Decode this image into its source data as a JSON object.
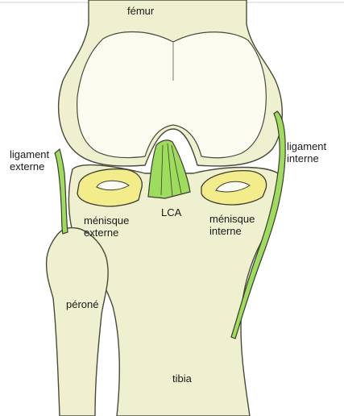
{
  "labels": {
    "femur": "fémur",
    "ligament_externe": "ligament externe",
    "ligament_interne": "ligament interne",
    "lca": "LCA",
    "menisque_externe": "ménisque externe",
    "menisque_interne": "ménisque interne",
    "perone": "péroné",
    "tibia": "tibia"
  },
  "colors": {
    "bone_fill": "#eef0d0",
    "bone_outline": "#4a4a3a",
    "cartilage_fill": "#fbfbf0",
    "meniscus_fill": "#f2ec8a",
    "ligament_fill": "#9edc5e",
    "ligament_outline": "#3b3b30",
    "text": "#1a1a1a"
  }
}
